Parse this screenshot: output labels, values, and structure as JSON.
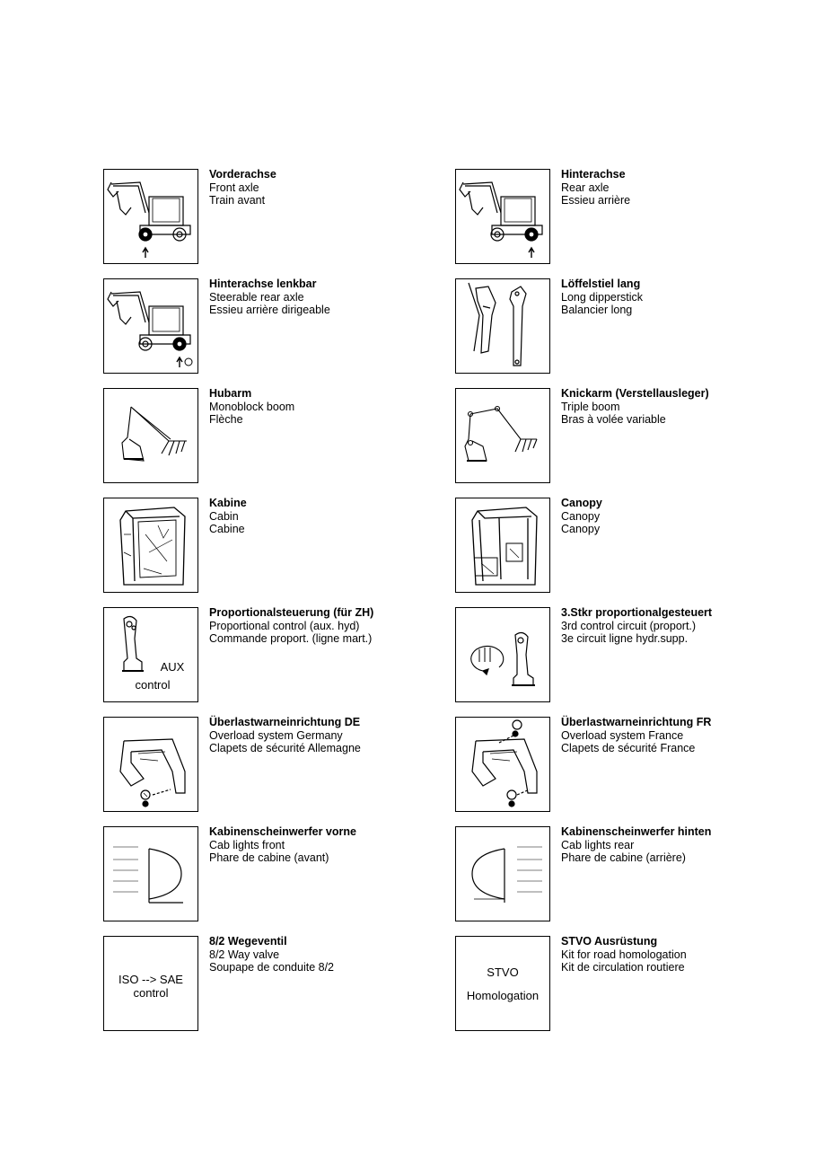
{
  "items": [
    {
      "de": "Vorderachse",
      "en": "Front axle",
      "fr": "Train avant",
      "icon": "front-axle-excavator-icon"
    },
    {
      "de": "Hinterachse",
      "en": "Rear axle",
      "fr": "Essieu arrière",
      "icon": "rear-axle-excavator-icon"
    },
    {
      "de": "Hinterachse lenkbar",
      "en": "Steerable rear axle",
      "fr": "Essieu arrière dirigeable",
      "icon": "steerable-rear-axle-icon"
    },
    {
      "de": "Löffelstiel lang",
      "en": "Long dipperstick",
      "fr": "Balancier long",
      "icon": "long-dipperstick-icon"
    },
    {
      "de": "Hubarm",
      "en": "Monoblock boom",
      "fr": "Flèche",
      "icon": "monoblock-boom-icon"
    },
    {
      "de": "Knickarm (Verstellausleger)",
      "en": "Triple boom",
      "fr": "Bras à volée variable",
      "icon": "triple-boom-icon"
    },
    {
      "de": "Kabine",
      "en": "Cabin",
      "fr": "Cabine",
      "icon": "cabin-icon"
    },
    {
      "de": "Canopy",
      "en": "Canopy",
      "fr": "Canopy",
      "icon": "canopy-icon"
    },
    {
      "de": "Proportionalsteuerung (für ZH)",
      "en": "Proportional control (aux. hyd)",
      "fr": "Commande proport. (ligne mart.)",
      "icon": "proportional-joystick-icon",
      "label1": "AUX",
      "label2": "control"
    },
    {
      "de": "3.Stkr proportionalgesteuert",
      "en": "3rd control circuit (proport.)",
      "fr": "3e circuit ligne hydr.supp.",
      "icon": "third-circuit-joystick-icon"
    },
    {
      "de": "Überlastwarneinrichtung DE",
      "en": "Overload system Germany",
      "fr": "Clapets de sécurité Allemagne",
      "icon": "overload-system-germany-icon"
    },
    {
      "de": "Überlastwarneinrichtung FR",
      "en": "Overload system France",
      "fr": "Clapets de sécurité France",
      "icon": "overload-system-france-icon"
    },
    {
      "de": "Kabinenscheinwerfer vorne",
      "en": "Cab lights front",
      "fr": "Phare de cabine (avant)",
      "icon": "front-cab-light-icon"
    },
    {
      "de": "Kabinenscheinwerfer hinten",
      "en": "Cab lights rear",
      "fr": "Phare de cabine (arrière)",
      "icon": "rear-cab-light-icon"
    },
    {
      "de": "8/2 Wegeventil",
      "en": "8/2 Way valve",
      "fr": "Soupape de conduite 8/2",
      "icon": "iso-sae-control-icon",
      "label1": "ISO --> SAE",
      "label2": "control"
    },
    {
      "de": "STVO Ausrüstung",
      "en": "Kit for road homologation",
      "fr": "Kit de circulation routiere",
      "icon": "stvo-homologation-icon",
      "label1": "STVO",
      "label2": "Homologation"
    }
  ]
}
